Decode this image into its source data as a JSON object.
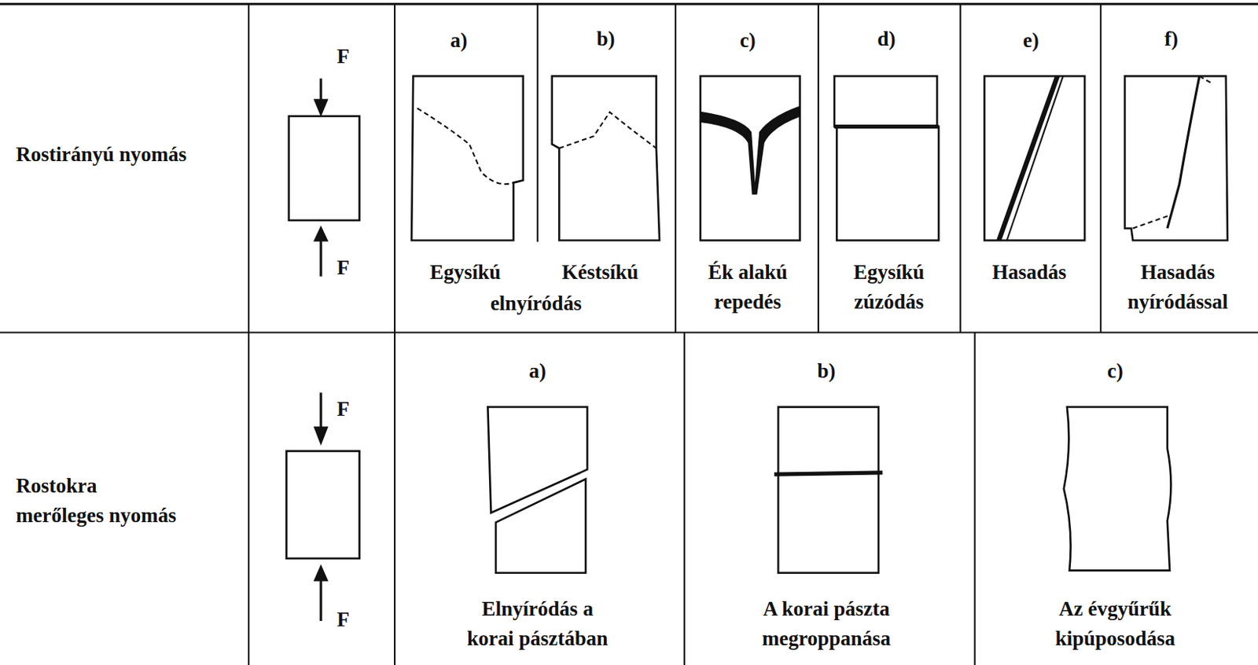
{
  "diagram": {
    "labels": [
      "Rostirányú nyomás",
      "F",
      "F",
      "a)",
      "b)",
      "c)",
      "d)",
      "e)",
      "f)",
      "Egysíkú",
      "Késtsíkú",
      "elnyíródás",
      "Ék alakú repedés",
      "Egysíkú zúzódás",
      "Hasadás",
      "Hasadás nyíródással",
      "Rostokra merőleges nyomás",
      "F",
      "F",
      "a)",
      "b)",
      "c)",
      "Elnyíródás a korai pásztában",
      "A korai pászta megroppanása",
      "Az évgyűrűk kipúposodása"
    ]
  }
}
